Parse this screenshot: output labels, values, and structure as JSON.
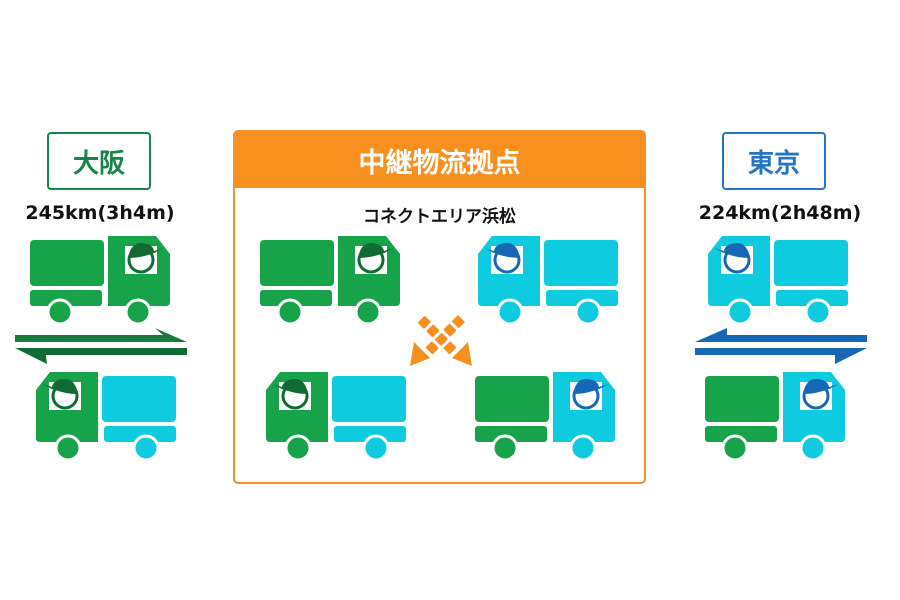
{
  "colors": {
    "green": "#16a34a",
    "green_dark": "#0f6b33",
    "cyan": "#0fcbe0",
    "blue": "#1668b7",
    "orange": "#f7901e"
  },
  "left": {
    "city": "大阪",
    "distance": "245km(3h4m)",
    "label_color": "#17854a"
  },
  "right": {
    "city": "東京",
    "distance": "224km(2h48m)",
    "label_color": "#2576c0"
  },
  "hub": {
    "title": "中継物流拠点",
    "name": "コネクトエリア浜松"
  },
  "trucks": [
    {
      "id": "left-top",
      "direction": "right",
      "box": "green",
      "cab": "green",
      "driver": "green"
    },
    {
      "id": "left-bottom",
      "direction": "left",
      "box": "cyan",
      "cab": "green",
      "driver": "green"
    },
    {
      "id": "hub-top-left",
      "direction": "right",
      "box": "green",
      "cab": "green",
      "driver": "green"
    },
    {
      "id": "hub-top-right",
      "direction": "left",
      "box": "cyan",
      "cab": "cyan",
      "driver": "blue"
    },
    {
      "id": "hub-bottom-left",
      "direction": "left",
      "box": "cyan",
      "cab": "green",
      "driver": "green"
    },
    {
      "id": "hub-bottom-right",
      "direction": "right",
      "box": "green",
      "cab": "cyan",
      "driver": "blue"
    },
    {
      "id": "right-top",
      "direction": "left",
      "box": "cyan",
      "cab": "cyan",
      "driver": "blue"
    },
    {
      "id": "right-bottom",
      "direction": "right",
      "box": "green",
      "cab": "cyan",
      "driver": "blue"
    }
  ],
  "icons": {
    "left_arrows": "bidirectional-arrows",
    "right_arrows": "bidirectional-arrows",
    "swap": "driver-swap-cross-arrows"
  }
}
